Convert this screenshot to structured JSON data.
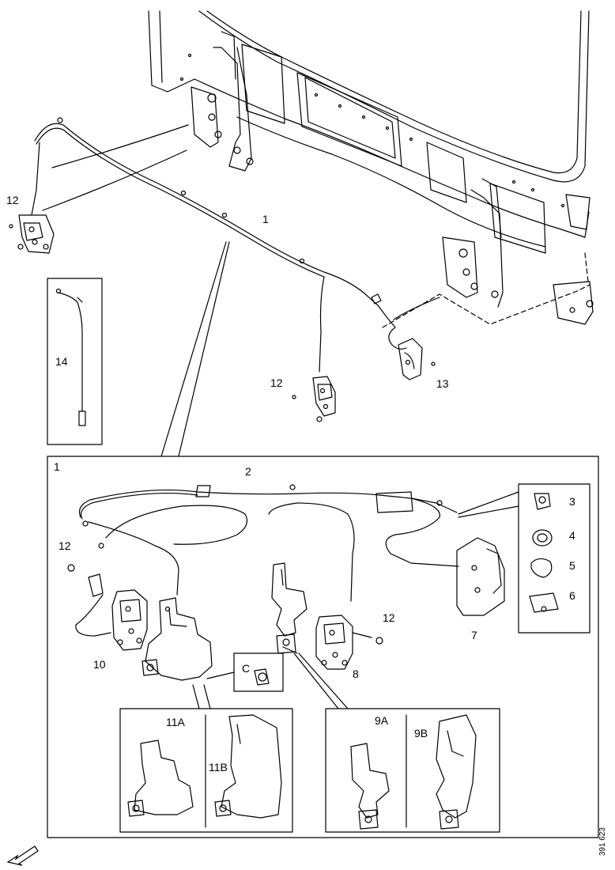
{
  "callouts": {
    "c1_top": "1",
    "c12_left": "12",
    "c12_mid": "12",
    "c13": "13",
    "c14": "14",
    "c1_box": "1",
    "c2": "2",
    "c3": "3",
    "c4": "4",
    "c5": "5",
    "c6": "6",
    "c7": "7",
    "c8": "8",
    "c10": "10",
    "c12_box_left": "12",
    "c12_box_right": "12",
    "c_detail": "C",
    "c11a": "11A",
    "c11b": "11B",
    "c9a": "9A",
    "c9b": "9B"
  },
  "figure_code": "391 623"
}
